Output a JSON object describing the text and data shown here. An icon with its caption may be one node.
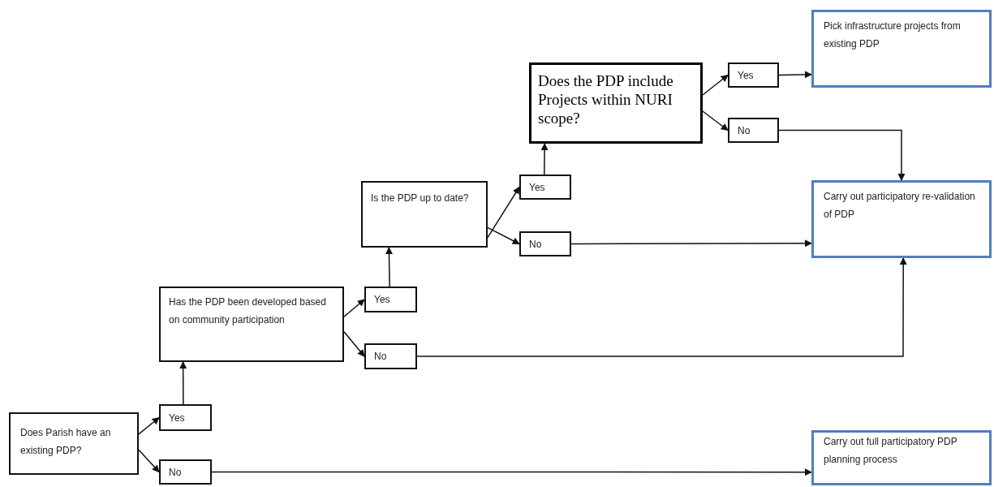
{
  "diagram": {
    "nodes": [
      {
        "text": [
          "Does the PDP include Projects within NURI scope?"
        ]
      },
      {
        "text": [
          "Pick infrastructure projects from existing PDP"
        ]
      },
      {
        "text": [
          "Yes"
        ]
      },
      {
        "text": [
          "No"
        ]
      },
      {
        "text": [
          "Is the PDP up to date?"
        ]
      },
      {
        "text": [
          "Yes"
        ]
      },
      {
        "text": [
          "No"
        ]
      },
      {
        "text": [
          "Carry out participatory re-validation of PDP"
        ]
      },
      {
        "text": [
          "Has the PDP been developed based on community participation"
        ]
      },
      {
        "text": [
          "Yes"
        ]
      },
      {
        "text": [
          "No"
        ]
      },
      {
        "text": [
          "Does Parish have an existing PDP?"
        ]
      },
      {
        "text": [
          "Yes"
        ]
      },
      {
        "text": [
          "No"
        ]
      },
      {
        "text": [
          "Carry out full participatory PDP planning process"
        ]
      }
    ],
    "edges": [
      {
        "from": 11,
        "to": 12,
        "arrow": "to"
      },
      {
        "from": 11,
        "to": 13,
        "arrow": "to"
      },
      {
        "from": 12,
        "to": 8,
        "arrow": "to"
      },
      {
        "from": 8,
        "to": 9,
        "arrow": "to"
      },
      {
        "from": 8,
        "to": 10,
        "arrow": "to"
      },
      {
        "from": 9,
        "to": 4,
        "arrow": "to"
      },
      {
        "from": 4,
        "to": 5,
        "arrow": "to"
      },
      {
        "from": 4,
        "to": 6,
        "arrow": "to"
      },
      {
        "from": 5,
        "to": 0,
        "arrow": "to"
      },
      {
        "from": 0,
        "to": 2,
        "arrow": "to"
      },
      {
        "from": 0,
        "to": 3,
        "arrow": "to"
      },
      {
        "from": 2,
        "to": 1,
        "arrow": "to"
      },
      {
        "from": 3,
        "to": 7,
        "arrow": "to"
      },
      {
        "from": 6,
        "to": 7,
        "arrow": "to"
      },
      {
        "from": 10,
        "to": 7,
        "arrow": "to"
      },
      {
        "from": 13,
        "to": 14,
        "arrow": "to"
      }
    ]
  }
}
